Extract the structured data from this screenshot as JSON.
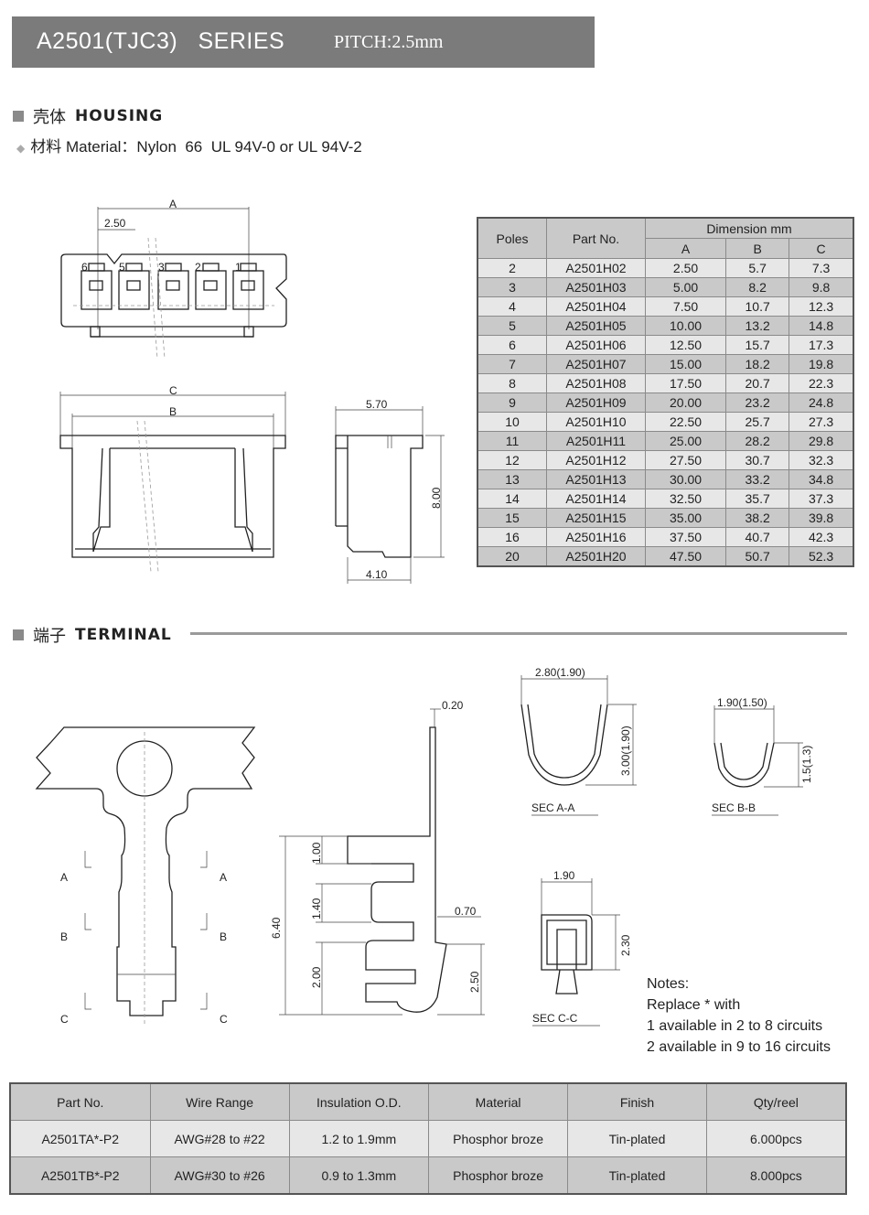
{
  "header": {
    "series": "A2501(TJC3)   SERIES",
    "pitch": "PITCH:2.5mm"
  },
  "housing": {
    "heading_cn": "壳体",
    "heading_en": "HOUSING",
    "material_cn": "材料",
    "material": "Material：Nylon  66  UL 94V-0 or UL 94V-2",
    "drawing": {
      "dim_A": "A",
      "dim_pitch": "2.50",
      "dim_C": "C",
      "dim_B": "B",
      "dim_width": "5.70",
      "dim_height": "8.00",
      "dim_base": "4.10",
      "pins": [
        "6",
        "5",
        "3",
        "2",
        "1"
      ]
    },
    "table": {
      "headers": {
        "poles": "Poles",
        "part_no": "Part No.",
        "dimension": "Dimension  mm",
        "a": "A",
        "b": "B",
        "c": "C"
      },
      "rows": [
        [
          "2",
          "A2501H02",
          "2.50",
          "5.7",
          "7.3"
        ],
        [
          "3",
          "A2501H03",
          "5.00",
          "8.2",
          "9.8"
        ],
        [
          "4",
          "A2501H04",
          "7.50",
          "10.7",
          "12.3"
        ],
        [
          "5",
          "A2501H05",
          "10.00",
          "13.2",
          "14.8"
        ],
        [
          "6",
          "A2501H06",
          "12.50",
          "15.7",
          "17.3"
        ],
        [
          "7",
          "A2501H07",
          "15.00",
          "18.2",
          "19.8"
        ],
        [
          "8",
          "A2501H08",
          "17.50",
          "20.7",
          "22.3"
        ],
        [
          "9",
          "A2501H09",
          "20.00",
          "23.2",
          "24.8"
        ],
        [
          "10",
          "A2501H10",
          "22.50",
          "25.7",
          "27.3"
        ],
        [
          "11",
          "A2501H11",
          "25.00",
          "28.2",
          "29.8"
        ],
        [
          "12",
          "A2501H12",
          "27.50",
          "30.7",
          "32.3"
        ],
        [
          "13",
          "A2501H13",
          "30.00",
          "33.2",
          "34.8"
        ],
        [
          "14",
          "A2501H14",
          "32.50",
          "35.7",
          "37.3"
        ],
        [
          "15",
          "A2501H15",
          "35.00",
          "38.2",
          "39.8"
        ],
        [
          "16",
          "A2501H16",
          "37.50",
          "40.7",
          "42.3"
        ],
        [
          "20",
          "A2501H20",
          "47.50",
          "50.7",
          "52.3"
        ]
      ]
    }
  },
  "terminal": {
    "heading_cn": "端子",
    "heading_en": "TERMINAL",
    "drawing": {
      "sec_a": "A",
      "sec_b": "B",
      "sec_c": "C",
      "d_020": "0.20",
      "d_100": "1.00",
      "d_140": "1.40",
      "d_200": "2.00",
      "d_640": "6.40",
      "d_070": "0.70",
      "d_250": "2.50",
      "secAA_w": "2.80(1.90)",
      "secAA_h": "3.00(1.90)",
      "secAA": "SEC  A-A",
      "secBB_w": "1.90(1.50)",
      "secBB_h": "1.5(1.3)",
      "secBB": "SEC  B-B",
      "secCC_w": "1.90",
      "secCC_h": "2.30",
      "secCC": "SEC  C-C"
    },
    "notes": [
      "Notes:",
      "Replace * with",
      "1 available in 2 to 8 circuits",
      "2 available in 9 to 16 circuits"
    ],
    "table": {
      "headers": [
        "Part No.",
        "Wire Range",
        "Insulation O.D.",
        "Material",
        "Finish",
        "Qty/reel"
      ],
      "rows": [
        [
          "A2501TA*-P2",
          "AWG#28 to #22",
          "1.2 to 1.9mm",
          "Phosphor broze",
          "Tin-plated",
          "6.000pcs"
        ],
        [
          "A2501TB*-P2",
          "AWG#30 to #26",
          "0.9 to 1.3mm",
          "Phosphor broze",
          "Tin-plated",
          "8.000pcs"
        ]
      ]
    }
  }
}
